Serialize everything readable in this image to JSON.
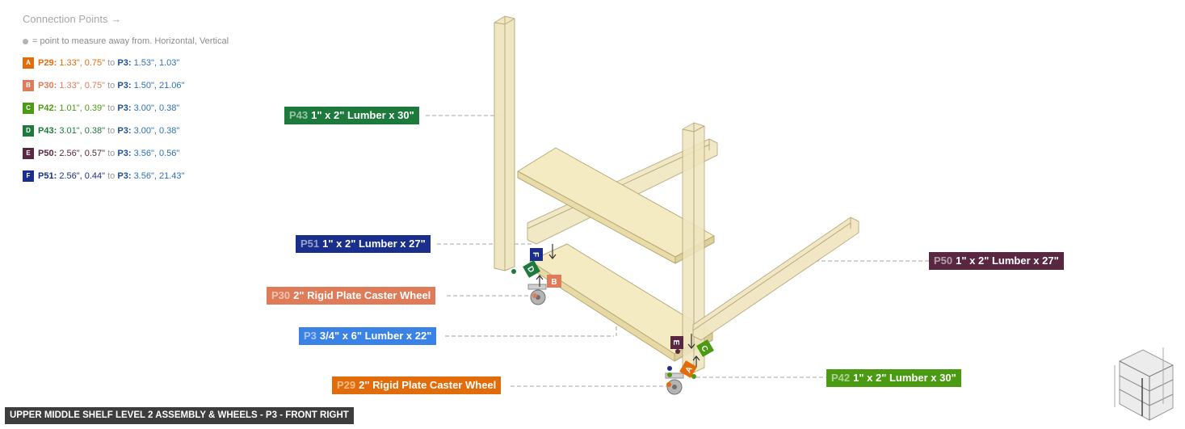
{
  "legend": {
    "title": "Connection Points →",
    "note": "= point to measure away from. Horizontal, Vertical",
    "connections": [
      {
        "badge": "A",
        "color": "#e36c0a",
        "part": "P29:",
        "coords": "1.33\", 0.75\"",
        "to": "to",
        "target": "P3:",
        "target_coords": "1.53\", 1.03\""
      },
      {
        "badge": "B",
        "color": "#e07b5a",
        "part": "P30:",
        "coords": "1.33\", 0.75\"",
        "to": "to",
        "target": "P3:",
        "target_coords": "1.50\", 21.06\""
      },
      {
        "badge": "C",
        "color": "#4a9a12",
        "part": "P42:",
        "coords": "1.01\", 0.39\"",
        "to": "to",
        "target": "P3:",
        "target_coords": "3.00\", 0.38\""
      },
      {
        "badge": "D",
        "color": "#1e7a3c",
        "part": "P43:",
        "coords": "3.01\", 0.38\"",
        "to": "to",
        "target": "P3:",
        "target_coords": "3.00\", 0.38\""
      },
      {
        "badge": "E",
        "color": "#5a2741",
        "part": "P50:",
        "coords": "2.56\", 0.57\"",
        "to": "to",
        "target": "P3:",
        "target_coords": "3.56\", 0.56\""
      },
      {
        "badge": "F",
        "color": "#1a2f8c",
        "part": "P51:",
        "coords": "2.56\", 0.44\"",
        "to": "to",
        "target": "P3:",
        "target_coords": "3.56\", 21.43\""
      }
    ]
  },
  "callouts": [
    {
      "id": "P43",
      "text": "1\" x 2\" Lumber x 30\"",
      "color": "#1e7a3c"
    },
    {
      "id": "P51",
      "text": "1\" x 2\" Lumber x 27\"",
      "color": "#1a2f8c"
    },
    {
      "id": "P50",
      "text": "1\" x 2\" Lumber x 27\"",
      "color": "#5a2741"
    },
    {
      "id": "P30",
      "text": "2\" Rigid Plate Caster Wheel",
      "color": "#e07b5a"
    },
    {
      "id": "P3",
      "text": "3/4\" x 6\" Lumber x 22\"",
      "color": "#3b82e6"
    },
    {
      "id": "P42",
      "text": "1\" x 2\" Lumber x 30\"",
      "color": "#4a9a12"
    },
    {
      "id": "P29",
      "text": "2\" Rigid Plate Caster Wheel",
      "color": "#e36c0a"
    }
  ],
  "markers": [
    "A",
    "B",
    "C",
    "D",
    "E",
    "F"
  ],
  "footer": "UPPER MIDDLE SHELF LEVEL 2 ASSEMBLY & WHEELS - P3 - FRONT RIGHT",
  "colors": {
    "wood": "#f3e8b8",
    "wood_edge": "#b7aa7a",
    "leader": "#9a9a9a"
  }
}
